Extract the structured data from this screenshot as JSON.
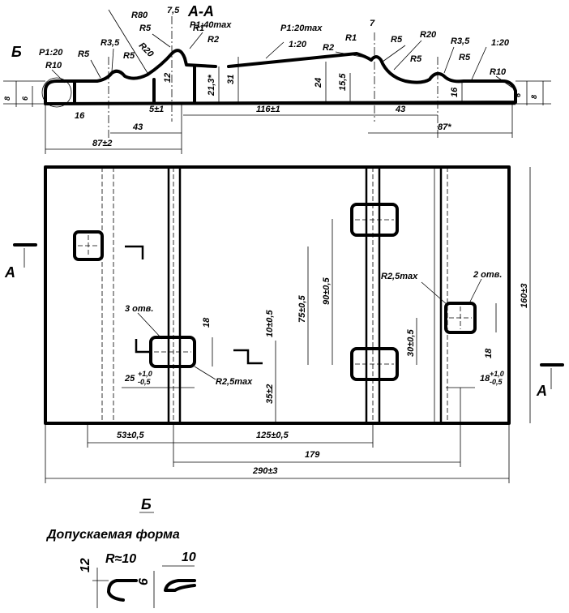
{
  "section": {
    "title": "А-А",
    "view_b": "Б"
  },
  "cross_section": {
    "labels": {
      "p1_20_left": "P1:20",
      "r10_left": "R10",
      "r5_a": "R5",
      "r3_5_left": "R3,5",
      "r5_b": "R5",
      "r80": "R80",
      "r20_left": "R20",
      "r5_c": "R5",
      "dim_7_5": "7,5",
      "r1_left": "R1",
      "p1_40max": "P1:40max",
      "r2_left": "R2",
      "p1_20max": "P1:20max",
      "slope_1_20_mid": "1:20",
      "r1_right": "R1",
      "dim_7": "7",
      "r5_right": "R5",
      "r20_right": "R20",
      "r2_right": "R2",
      "r5_d": "R5",
      "r3_5_right": "R3,5",
      "r5_e": "R5",
      "slope_1_20_right": "1:20",
      "r10_right": "R10"
    },
    "dims": {
      "h8_left": "8",
      "h6_left": "6",
      "d16_left": "16",
      "h12": "12",
      "h21_3": "21,3*",
      "h31": "31",
      "h24": "24",
      "h15_5": "15,5",
      "h16_right": "16",
      "h6_right": "6",
      "h8_right": "8",
      "d5": "5±1",
      "d116": "116±1",
      "d43_left": "43",
      "d43_right": "43",
      "d87_left": "87±2",
      "d87_right": "87*"
    }
  },
  "plan": {
    "section_marker": "А",
    "dims": {
      "d53": "53±0,5",
      "d125": "125±0,5",
      "d179": "179",
      "d290": "290±3",
      "d160": "160±3",
      "d90": "90±0,5",
      "d75": "75±0,5",
      "d10": "10±0,5",
      "d35": "35±2",
      "d30": "30±0,5",
      "d25": "25",
      "d25_tol_up": "+1,0",
      "d25_tol_dn": "-0,5",
      "d18_a": "18",
      "d18_b": "18",
      "d18_c": "18",
      "tol_up": "+1,0",
      "tol_dn": "-0,5"
    },
    "notes": {
      "three_holes": "3 отв.",
      "two_holes": "2 отв.",
      "r2_5max_a": "R2,5max",
      "r2_5max_b": "R2,5max"
    }
  },
  "view_b": {
    "title": "Б",
    "subtitle": "Допускаемая форма",
    "d12": "12",
    "r10": "R≈10",
    "d6": "6",
    "d10": "10"
  }
}
